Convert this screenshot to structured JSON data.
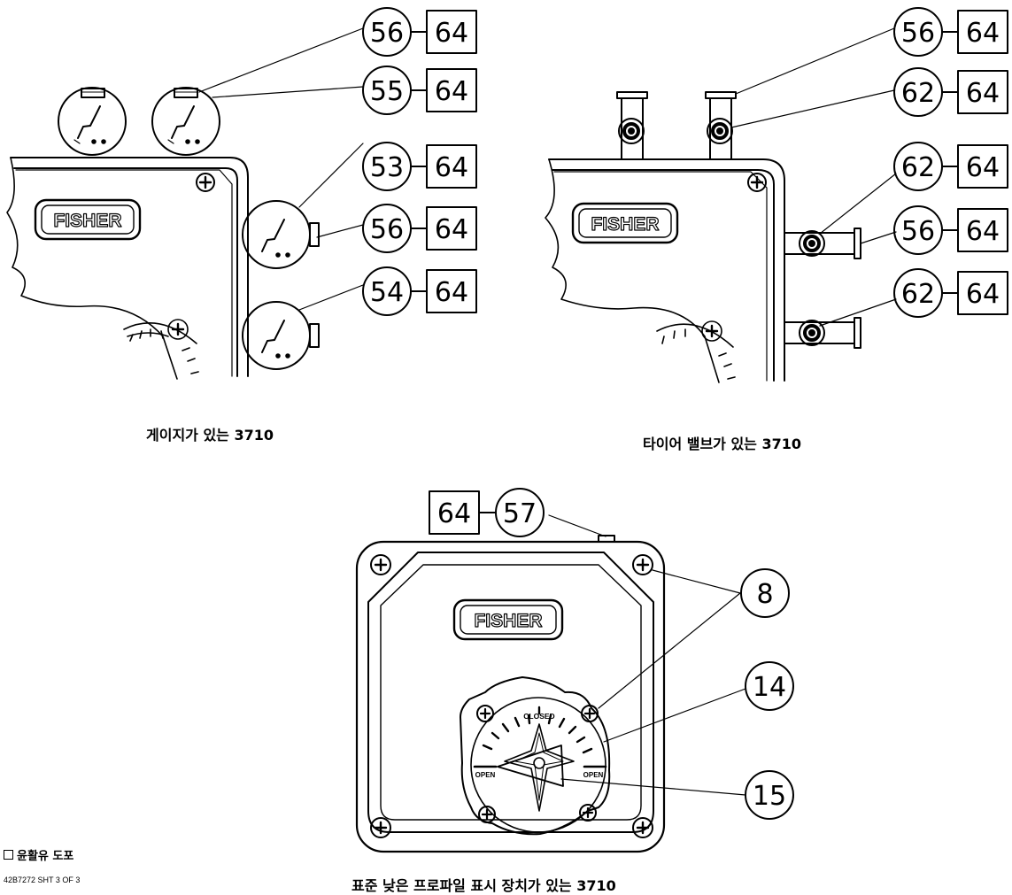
{
  "views": {
    "gauges": {
      "caption": "게이지가 있는 3710"
    },
    "tire_valves": {
      "caption": "타이어 밸브가 있는 3710"
    },
    "low_profile": {
      "caption": "표준 낮은 프로파일 표시 장치가 있는 3710",
      "dial_closed": "CLOSED",
      "dial_open": "OPEN"
    }
  },
  "logo_text": "FISHER",
  "callouts": {
    "gauges": [
      {
        "part": "56",
        "lubricant": "64"
      },
      {
        "part": "55",
        "lubricant": "64"
      },
      {
        "part": "53",
        "lubricant": "64"
      },
      {
        "part": "56",
        "lubricant": "64"
      },
      {
        "part": "54",
        "lubricant": "64"
      }
    ],
    "tire_valves": [
      {
        "part": "56",
        "lubricant": "64"
      },
      {
        "part": "62",
        "lubricant": "64"
      },
      {
        "part": "62",
        "lubricant": "64"
      },
      {
        "part": "56",
        "lubricant": "64"
      },
      {
        "part": "62",
        "lubricant": "64"
      }
    ],
    "low_profile": [
      {
        "part": "57",
        "lubricant": "64"
      },
      {
        "part": "8"
      },
      {
        "part": "14"
      },
      {
        "part": "15"
      }
    ]
  },
  "legend": {
    "box_symbol": "☐",
    "text": "윤활유 도포"
  },
  "doc_id": "42B7272 SHT 3 OF 3"
}
